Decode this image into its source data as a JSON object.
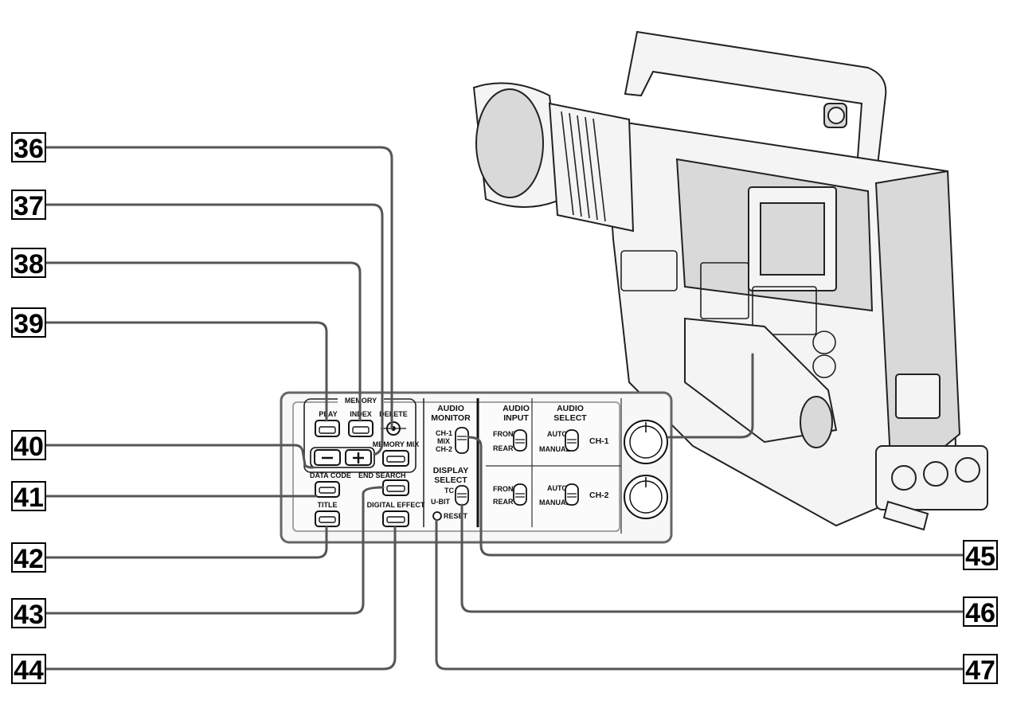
{
  "panel": {
    "memory_label": "MEMORY",
    "play": "PLAY",
    "index": "INDEX",
    "delete": "DELETE",
    "memory_mix": "MEMORY MIX",
    "data_code": "DATA CODE",
    "end_search": "END SEARCH",
    "title": "TITLE",
    "digital_effect": "DIGITAL EFFECT",
    "audio_monitor_1": "AUDIO",
    "audio_monitor_2": "MONITOR",
    "ch1": "CH-1",
    "mix": "MIX",
    "ch2": "CH-2",
    "display_select_1": "DISPLAY",
    "display_select_2": "SELECT",
    "tc": "TC",
    "ubit": "U-BIT",
    "reset": "RESET",
    "audio_input_1": "AUDIO",
    "audio_input_2": "INPUT",
    "front": "FRONT",
    "rear": "REAR",
    "audio_select_1": "AUDIO",
    "audio_select_2": "SELECT",
    "auto": "AUTO",
    "manual": "MANUAL",
    "ch1_label": "CH-1",
    "ch2_label": "CH-2"
  },
  "callouts": {
    "c36": "36",
    "c37": "37",
    "c38": "38",
    "c39": "39",
    "c40": "40",
    "c41": "41",
    "c42": "42",
    "c43": "43",
    "c44": "44",
    "c45": "45",
    "c46": "46",
    "c47": "47"
  }
}
